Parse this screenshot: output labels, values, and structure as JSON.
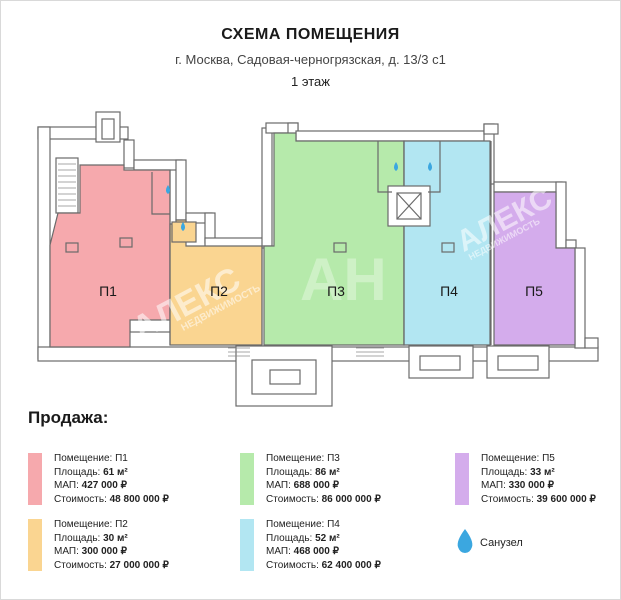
{
  "header": {
    "title": "СХЕМА ПОМЕЩЕНИЯ",
    "address": "г. Москва, Садовая-черногрязская, д. 13/3 с1",
    "floor": "1 этаж"
  },
  "plan": {
    "watermark": "АЛЕКС",
    "watermark_sub": "НЕДВИЖИМОСТЬ",
    "rooms": [
      {
        "id": "p1",
        "label": "П1",
        "color": "#f6a9ad"
      },
      {
        "id": "p2",
        "label": "П2",
        "color": "#fad591"
      },
      {
        "id": "p3",
        "label": "П3",
        "color": "#b6eaab"
      },
      {
        "id": "p4",
        "label": "П4",
        "color": "#b2e6f2"
      },
      {
        "id": "p5",
        "label": "П5",
        "color": "#d4acec"
      }
    ]
  },
  "sales": {
    "heading": "Продажа:",
    "label_room": "Помещение:",
    "label_area": "Площадь:",
    "label_map": "МАП:",
    "label_cost": "Стоимость:",
    "items": [
      {
        "room": "П1",
        "area": "61 м²",
        "map": "427 000 ₽",
        "cost": "48 800 000 ₽",
        "color": "#f6a9ad"
      },
      {
        "room": "П2",
        "area": "30 м²",
        "map": "300 000 ₽",
        "cost": "27 000 000 ₽",
        "color": "#fad591"
      },
      {
        "room": "П3",
        "area": "86 м²",
        "map": "688 000 ₽",
        "cost": "86 000 000 ₽",
        "color": "#b6eaab"
      },
      {
        "room": "П4",
        "area": "52 м²",
        "map": "468 000 ₽",
        "cost": "62 400 000 ₽",
        "color": "#b2e6f2"
      },
      {
        "room": "П5",
        "area": "33 м²",
        "map": "330 000 ₽",
        "cost": "39 600 000 ₽",
        "color": "#d4acec"
      }
    ]
  },
  "legend": {
    "wc_label": "Санузел",
    "wc_color": "#3ba7e0"
  }
}
